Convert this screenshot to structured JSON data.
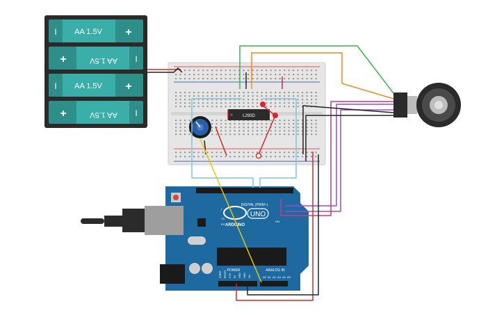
{
  "battery_pack": {
    "cells": [
      {
        "label": "AA 1.5V",
        "orientation": "normal",
        "plus": "+",
        "minus": "I"
      },
      {
        "label": "AA 1.5V",
        "orientation": "flipped",
        "plus": "+",
        "minus": "I"
      },
      {
        "label": "AA 1.5V",
        "orientation": "normal",
        "plus": "+",
        "minus": "I"
      },
      {
        "label": "AA 1.5V",
        "orientation": "flipped",
        "plus": "+",
        "minus": "I"
      }
    ]
  },
  "motor_driver": {
    "label": "L293D"
  },
  "arduino": {
    "logo_text": "ARDUINO",
    "model": "UNO",
    "digital_label": "DIGITAL (PWM~)",
    "power_label": "POWER",
    "analog_label": "ANALOG IN",
    "tx_label": "TX",
    "rx_label": "RX",
    "l_label": "L",
    "on_label": "ON",
    "analog_pins": [
      "A0",
      "A1",
      "A2",
      "A3",
      "A4",
      "A5"
    ],
    "power_pins": [
      "IOREF",
      "RESET",
      "3.3V",
      "5V",
      "GND",
      "GND",
      "Vin"
    ]
  },
  "colors": {
    "arduino_board": "#1e6aa0",
    "battery_cell": "#3aafa9",
    "battery_case": "#2a2a2a",
    "breadboard": "#e8e8e8",
    "wire_red": "#d62828",
    "wire_black": "#222222",
    "wire_green": "#3cb44b",
    "wire_orange": "#f0891a",
    "wire_purple": "#9b4dca",
    "wire_magenta": "#d63384",
    "wire_cyan": "#7cc6d8",
    "wire_yellow": "#e5c800",
    "potentiometer": "#2b5ea8"
  }
}
